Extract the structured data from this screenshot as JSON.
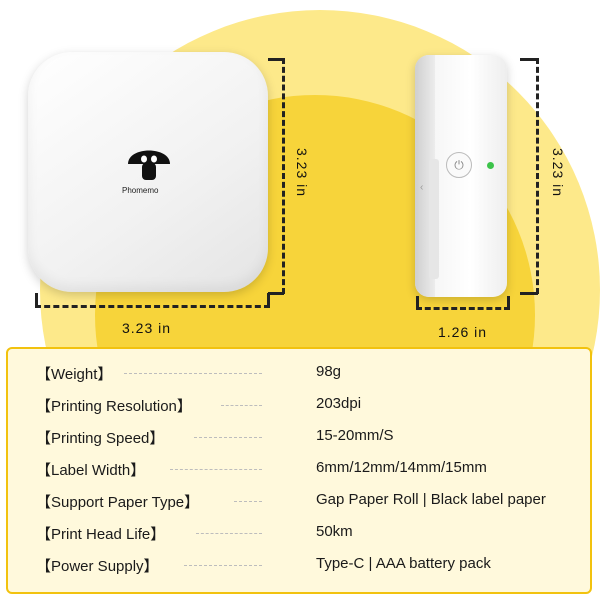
{
  "brand": "Phomemo",
  "dimensions": {
    "front_width": "3.23 in",
    "front_height": "3.23 in",
    "side_depth": "1.26 in",
    "side_height": "3.23 in"
  },
  "specs": [
    {
      "label": "【Weight】",
      "value": "98g"
    },
    {
      "label": "【Printing Resolution】",
      "value": "203dpi"
    },
    {
      "label": "【Printing Speed】",
      "value": "15-20mm/S"
    },
    {
      "label": "【Label Width】",
      "value": "6mm/12mm/14mm/15mm"
    },
    {
      "label": "【Support Paper Type】",
      "value": "Gap Paper Roll | Black label paper"
    },
    {
      "label": "【Print Head Life】",
      "value": "50km"
    },
    {
      "label": "【Power Supply】",
      "value": "Type-C | AAA battery pack"
    }
  ],
  "icons": {
    "logo": "mushroom-logo-icon",
    "power": "power-icon",
    "arrow": "chevron-left-icon"
  },
  "colors": {
    "accent_yellow": "#f7d43a",
    "panel_border": "#f2c20e",
    "led_green": "#3cc34a"
  }
}
